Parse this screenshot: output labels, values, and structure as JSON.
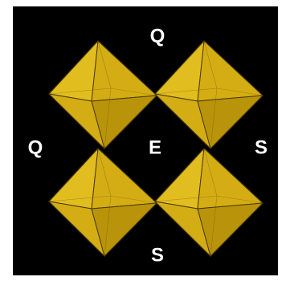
{
  "colors": {
    "page": "#ffffff",
    "panel": "#000000",
    "face_light": "#e2bd1f",
    "face_mid": "#d4ad14",
    "face_dark": "#b9940a",
    "edge": "#4a3a05",
    "label": "#ffffff"
  },
  "labels": {
    "top": "Q",
    "left": "Q",
    "center": "E",
    "right": "S",
    "bottom": "S"
  },
  "shapes": {
    "kind": "octahedron",
    "count": 4
  }
}
